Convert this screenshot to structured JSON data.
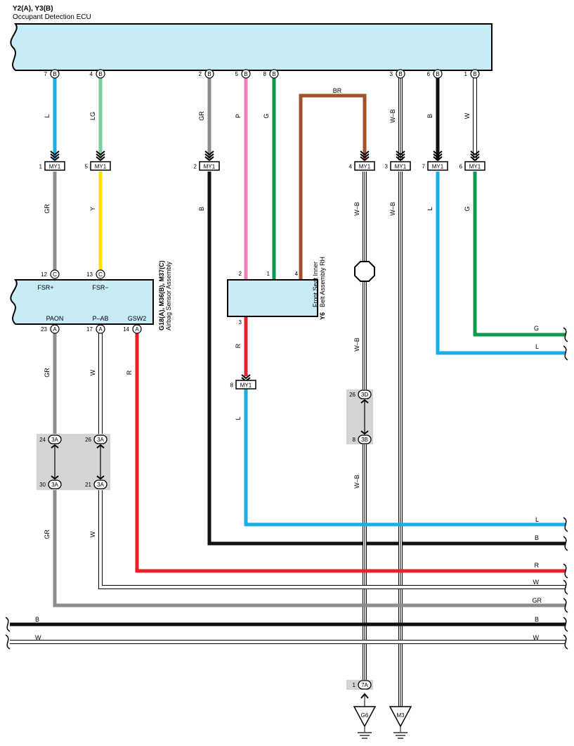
{
  "colors": {
    "L": "#1aaee8",
    "LG": "#7fcba0",
    "GR": "#8c8c8c",
    "P": "#f07cb8",
    "G": "#0a9a48",
    "BR": "#a0522d",
    "W": "#ffffff",
    "W-B": "#ffffff",
    "B": "#111111",
    "Y": "#ffe000",
    "R": "#e8202a",
    "component_fill": "#c8ecf6",
    "junction_fill": "#d4d4d4"
  },
  "ecu": {
    "code": "Y2(A), Y3(B)",
    "name": "Occupant Detection ECU"
  },
  "airbag_sensor": {
    "code": "G18(A), M36(B), M37(C)",
    "name": "Airbag Sensor Assembly"
  },
  "belt_assembly": {
    "code": "Y6",
    "name_line1": "Front Seat Inner",
    "name_line2": "Belt Assembly RH"
  },
  "ecu_pins": [
    {
      "pin": "7",
      "conn": "B"
    },
    {
      "pin": "4",
      "conn": "B"
    },
    {
      "pin": "2",
      "conn": "B"
    },
    {
      "pin": "5",
      "conn": "B"
    },
    {
      "pin": "8",
      "conn": "B"
    },
    {
      "pin": "3",
      "conn": "B"
    },
    {
      "pin": "6",
      "conn": "B"
    },
    {
      "pin": "1",
      "conn": "B"
    }
  ],
  "my1_connectors": [
    {
      "pin": "1",
      "label": "MY1"
    },
    {
      "pin": "5",
      "label": "MY1"
    },
    {
      "pin": "2",
      "label": "MY1"
    },
    {
      "pin": "4",
      "label": "MY1"
    },
    {
      "pin": "3",
      "label": "MY1"
    },
    {
      "pin": "7",
      "label": "MY1"
    },
    {
      "pin": "6",
      "label": "MY1"
    },
    {
      "pin": "8",
      "label": "MY1"
    }
  ],
  "airbag_top_pins": [
    {
      "pin": "12",
      "conn": "C",
      "signal": "FSR+"
    },
    {
      "pin": "13",
      "conn": "C",
      "signal": "FSR−"
    }
  ],
  "airbag_bottom_pins": [
    {
      "pin": "23",
      "conn": "A",
      "signal": "PAON"
    },
    {
      "pin": "17",
      "conn": "A",
      "signal": "P–AB"
    },
    {
      "pin": "14",
      "conn": "A",
      "signal": "GSW2"
    }
  ],
  "belt_pins": [
    "2",
    "1",
    "4",
    "3"
  ],
  "junctions": [
    {
      "top_pin": "24",
      "top_conn": "3A",
      "bottom_pin": "30",
      "bottom_conn": "3A"
    },
    {
      "top_pin": "26",
      "top_conn": "3A",
      "bottom_pin": "21",
      "bottom_conn": "3A"
    },
    {
      "top_pin": "26",
      "top_conn": "3D",
      "bottom_pin": "8",
      "bottom_conn": "3B"
    }
  ],
  "ground_connector": {
    "pin": "1",
    "conn": "7A"
  },
  "grounds": [
    "G6",
    "M3"
  ],
  "wire_labels": {
    "ecu7": "L",
    "ecu4": "LG",
    "ecu2": "GR",
    "ecu5": "P",
    "ecu8": "G",
    "br_loop": "BR",
    "ecu3": "W–B",
    "ecu6": "B",
    "ecu1": "W",
    "my1_1_down": "GR",
    "my1_5_down": "Y",
    "my1_2_down": "B",
    "my1_4_down": "W–B",
    "my1_3_down": "W–B",
    "my1_7_down": "L",
    "my1_6_down": "G",
    "belt3_down": "R",
    "my1_8_down": "L",
    "paon_down": "GR",
    "pab_down": "W",
    "gsw2_down": "R",
    "wb_mid": "W–B",
    "wb_low": "W–B",
    "gr_low": "GR",
    "w_low": "W",
    "right_G": "G",
    "right_L": "L",
    "bus_L": "L",
    "bus_B": "B",
    "bus_R": "R",
    "bus_W": "W",
    "bus_GR": "GR",
    "bottom_B_left": "B",
    "bottom_B_right": "B",
    "bottom_W_left": "W",
    "bottom_W_right": "W"
  }
}
